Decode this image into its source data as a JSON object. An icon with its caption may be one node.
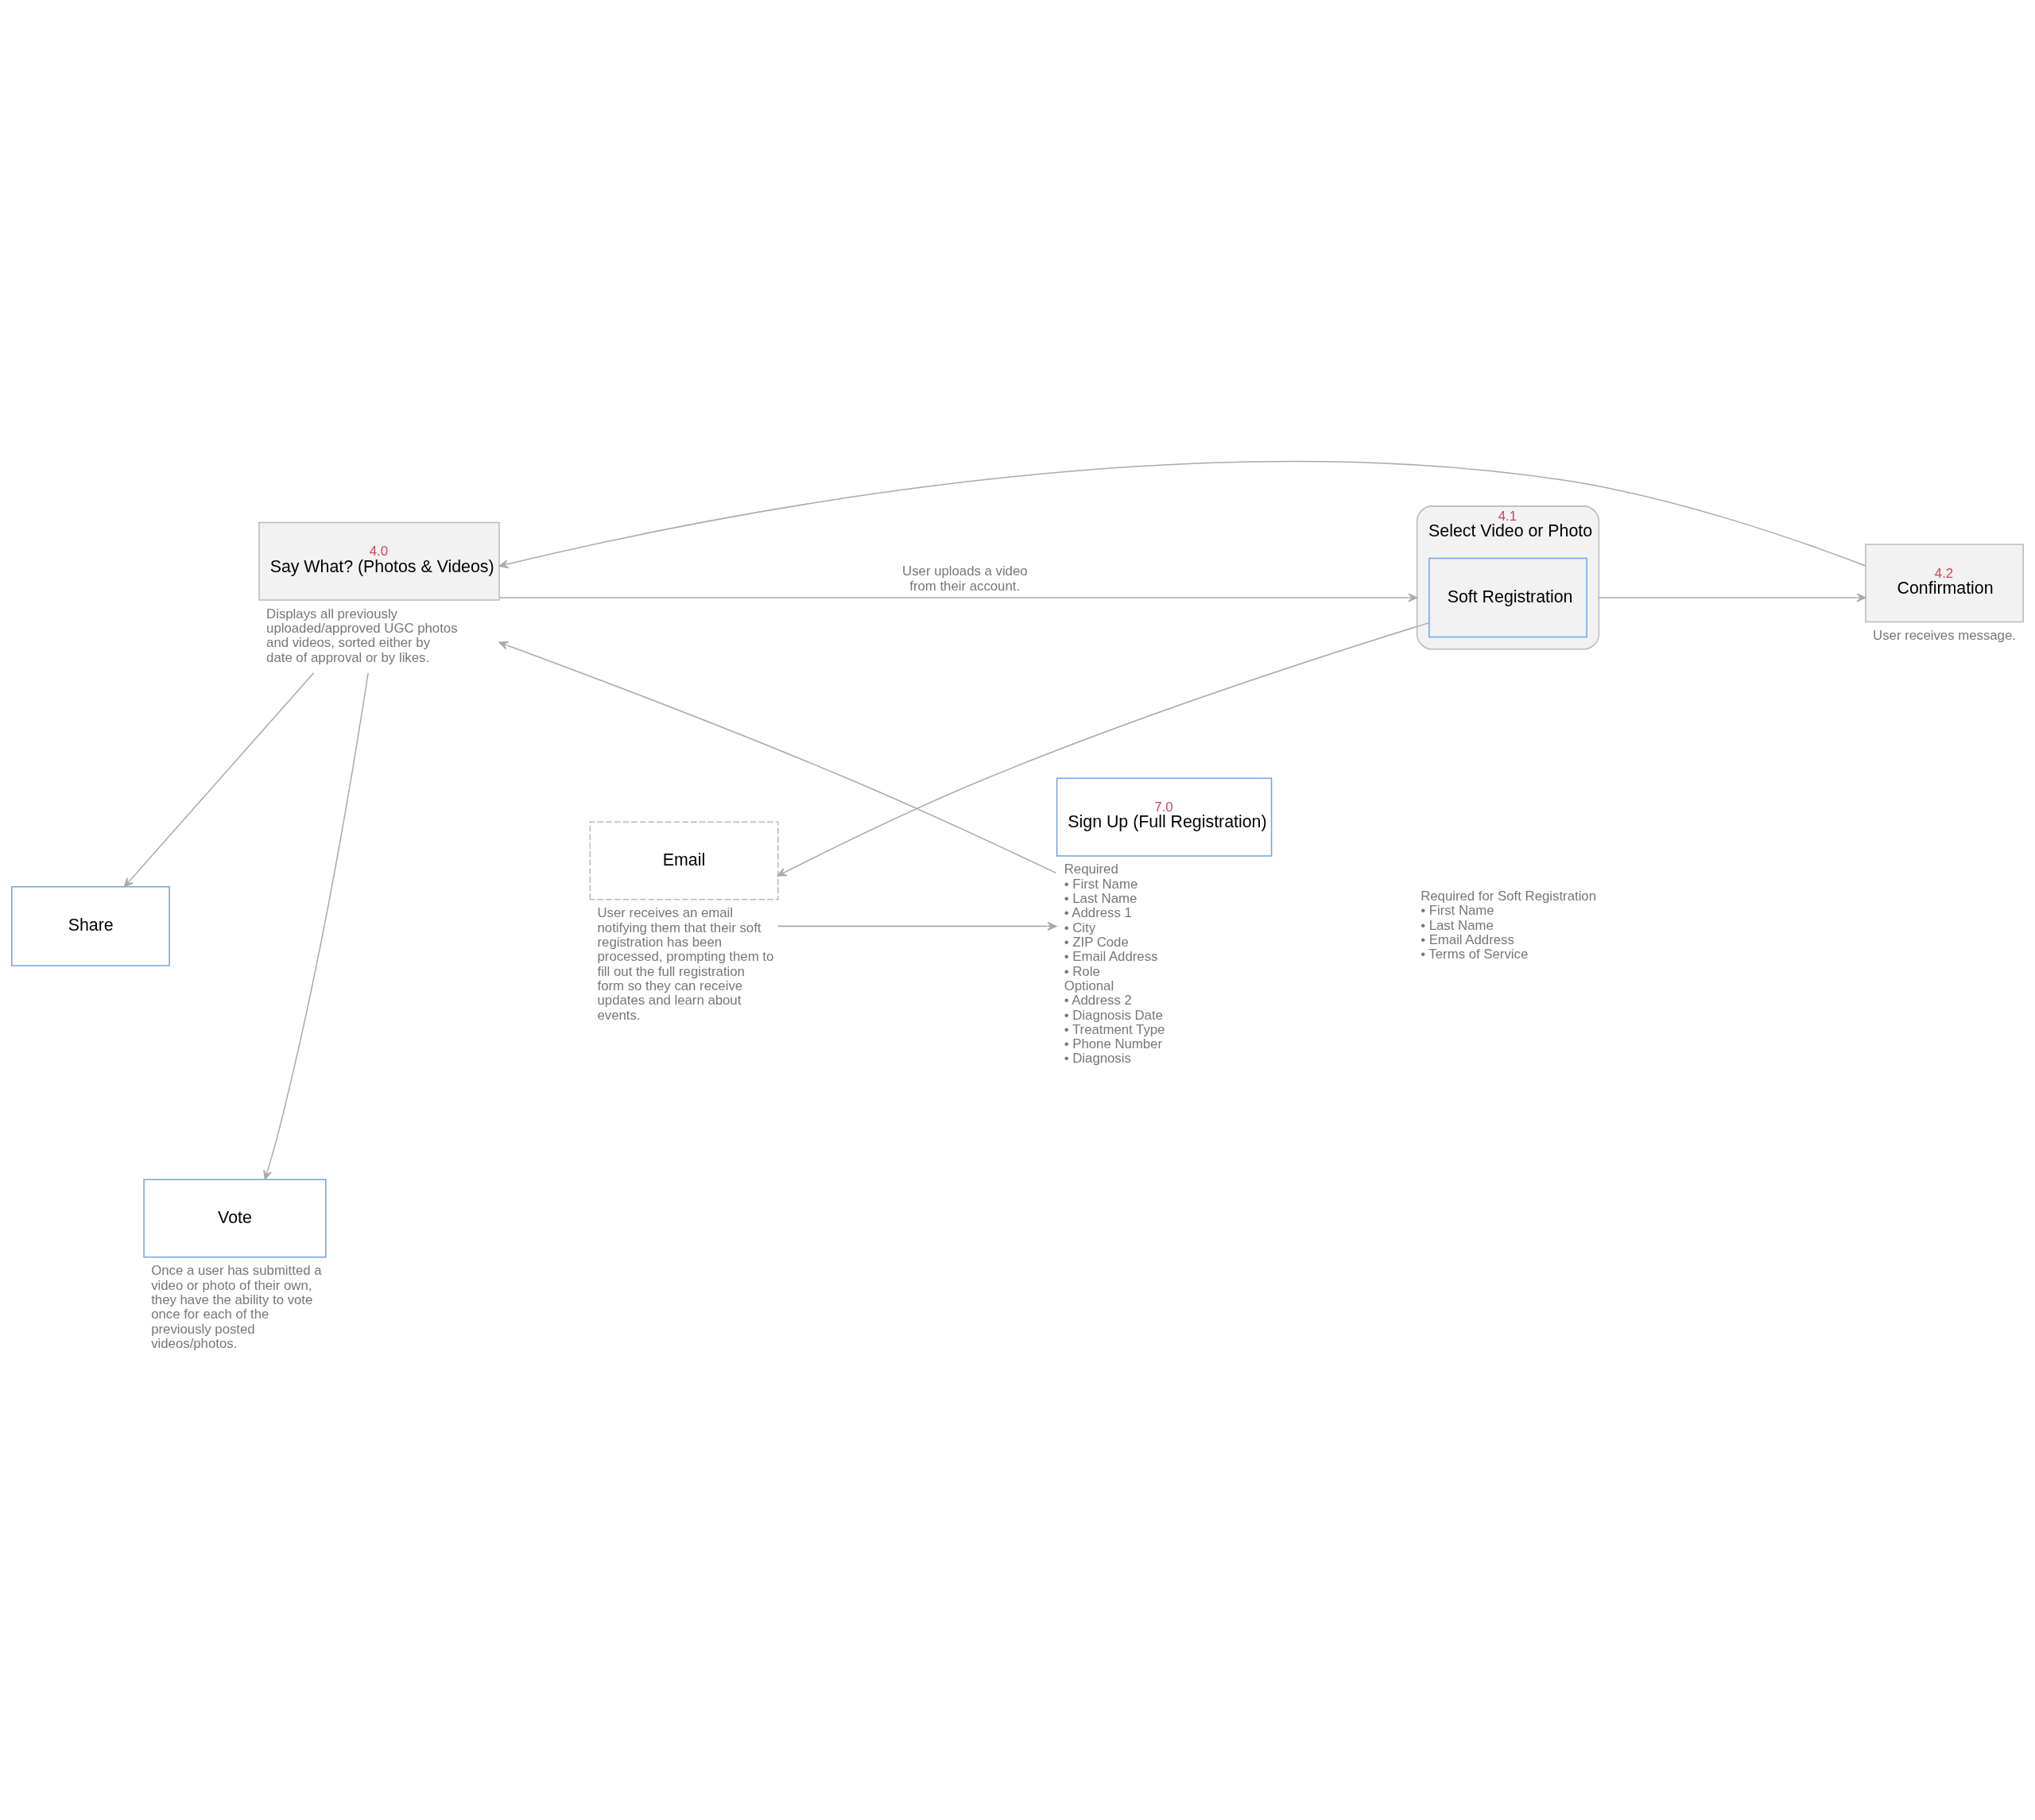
{
  "diagram": {
    "nodes": [
      {
        "text": [
          "4.0",
          "Say What? (Photos & Videos)"
        ],
        "beside": [
          "Displays all previously uploaded/approved UGC photos and videos, sorted either by date of approval or by likes."
        ]
      },
      {
        "text": [
          "4.1",
          "Select Video or Photo"
        ],
        "beside": [
          "Required for Soft Registration",
          "• First Name",
          "• Last Name",
          "• Email Address",
          "• Terms of Service"
        ]
      },
      {
        "text": [
          "Soft Registration"
        ],
        "in": 1
      },
      {
        "text": [
          "4.2",
          "Confirmation"
        ],
        "beside": [
          "User receives message."
        ]
      },
      {
        "text": [
          "Share"
        ]
      },
      {
        "text": [
          "Vote"
        ],
        "beside": [
          "Once a user has submitted a video or photo of their own, they have the ability to vote once for each of the previously posted videos/photos."
        ]
      },
      {
        "text": [
          "Email"
        ],
        "beside": [
          "User receives an email notifying them that their soft registration has been processed, prompting them to fill out the full registration form so they can receive updates and learn about events."
        ]
      },
      {
        "text": [
          "7.0",
          "Sign Up (Full Registration)"
        ],
        "beside": [
          "Required",
          "• First Name",
          "• Last Name",
          "• Address 1",
          "• City",
          "• ZIP Code",
          "• Email Address",
          "• Role",
          "Optional",
          "• Address 2",
          "• Diagnosis Date",
          "• Treatment Type",
          "• Phone Number",
          "• Diagnosis"
        ]
      }
    ],
    "edges": [
      {
        "from": 0,
        "to": 1,
        "arrow": "to",
        "label": "User uploads a video from their account."
      },
      {
        "from": 1,
        "to": 3,
        "arrow": "to"
      },
      {
        "from": 3,
        "to": 0,
        "arrow": "to"
      },
      {
        "from": 7,
        "to": 0,
        "arrow": "to"
      },
      {
        "from": 0,
        "to": 4,
        "arrow": "to"
      },
      {
        "from": 0,
        "to": 5,
        "arrow": "to"
      },
      {
        "from": 2,
        "to": 6,
        "arrow": "to"
      },
      {
        "from": 6,
        "to": 7,
        "arrow": "to"
      }
    ]
  }
}
